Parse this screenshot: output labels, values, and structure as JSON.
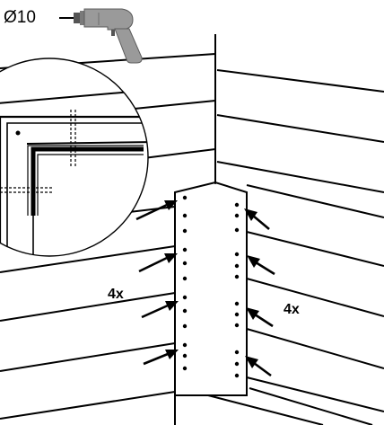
{
  "drill": {
    "label": "Ø10",
    "icon": "drill-icon"
  },
  "callouts": {
    "left_count": "4x",
    "right_count": "4x"
  },
  "colors": {
    "line": "#000000",
    "fill": "#ffffff",
    "drill_body": "#9a9a9a",
    "drill_dark": "#555555"
  }
}
